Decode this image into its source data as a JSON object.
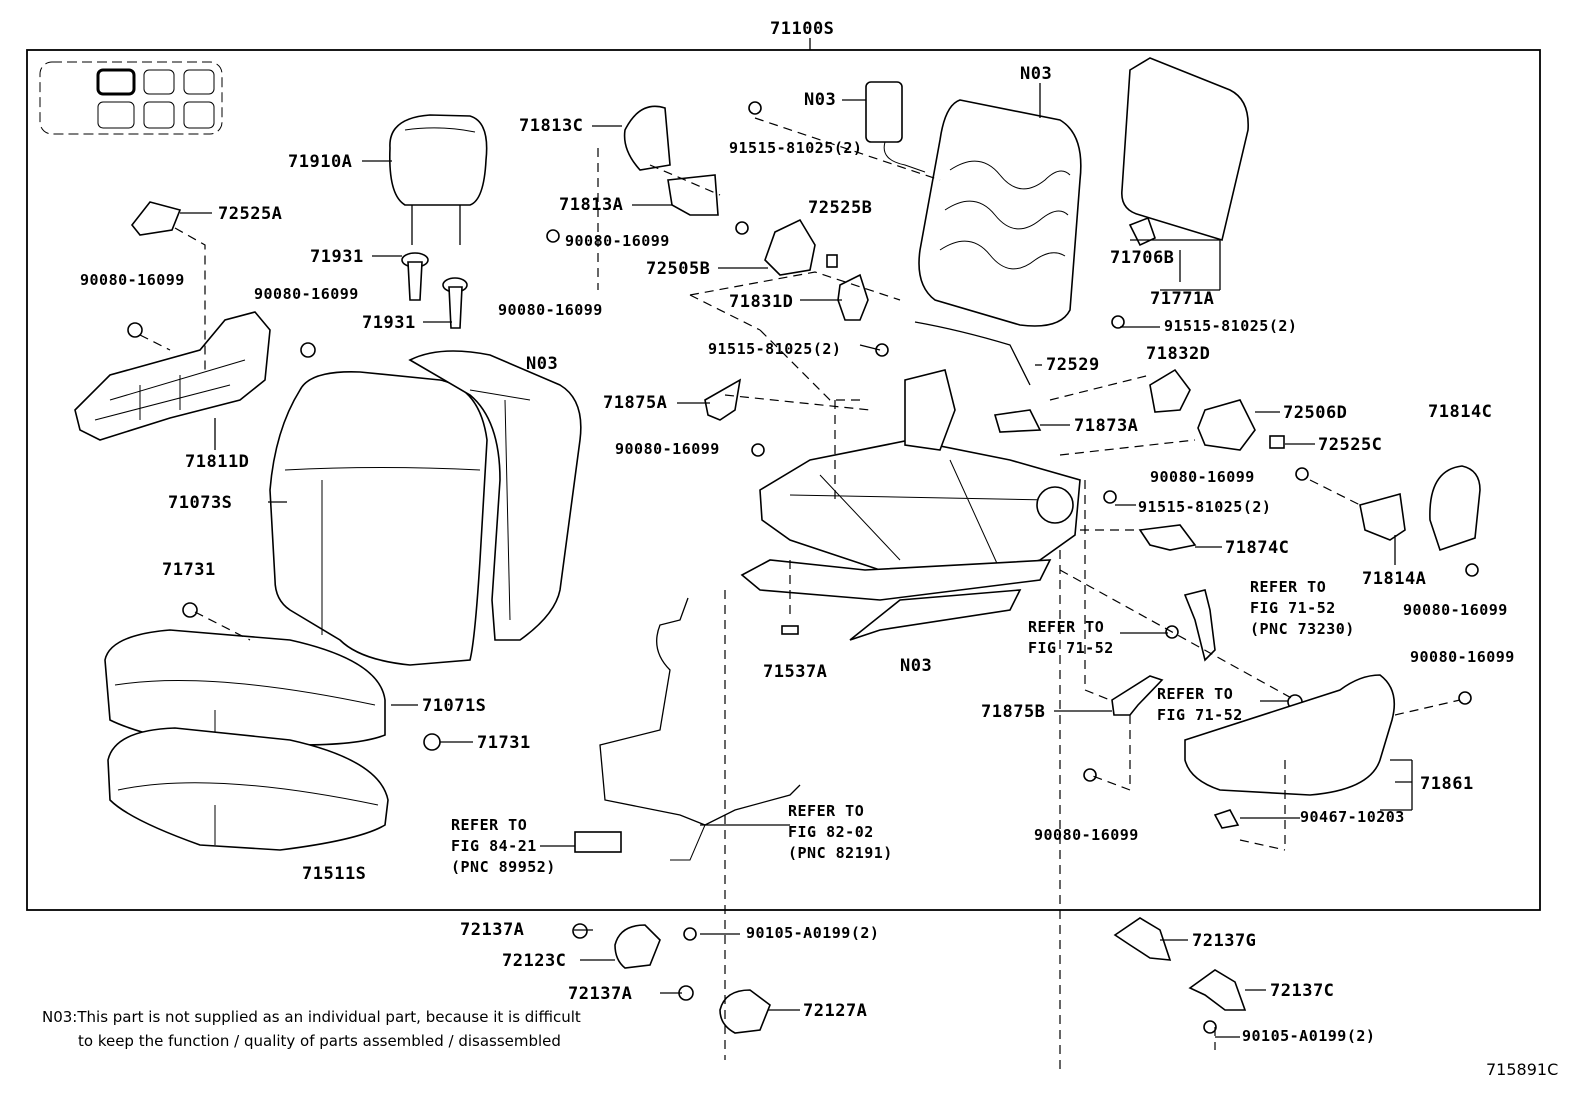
{
  "assembly_label": "71100S",
  "figure_code": "715891C",
  "note": {
    "line1": "N03:This part is not supplied as an individual part, because it is difficult",
    "line2": "to keep the function / quality of parts assembled / disassembled"
  },
  "labels": {
    "n03_top": "N03",
    "n03_airbag": "N03",
    "n03_cover": "N03",
    "n03_track": "N03",
    "p71910A": "71910A",
    "p72525A": "72525A",
    "p71931a": "71931",
    "p71931b": "71931",
    "bolt_left1": "90080-16099",
    "bolt_left2": "90080-16099",
    "p71811D": "71811D",
    "p71073S": "71073S",
    "p71731a": "71731",
    "p71731b": "71731",
    "p71071S": "71071S",
    "p71511S": "71511S",
    "p71813C": "71813C",
    "p71813A": "71813A",
    "bolt_a": "90080-16099",
    "bolt_b": "90080-16099",
    "p72525B": "72525B",
    "p72505B": "72505B",
    "p71831D": "71831D",
    "screw_91515_top": "91515-81025(2)",
    "screw_91515_mid": "91515-81025(2)",
    "screw_91515_right": "91515-81025(2)",
    "screw_91515_lower": "91515-81025(2)",
    "p72529": "72529",
    "p71706B": "71706B",
    "p71771A": "71771A",
    "p71832D": "71832D",
    "p72506D": "72506D",
    "p72525C": "72525C",
    "p71875A": "71875A",
    "bolt_c": "90080-16099",
    "p71873A": "71873A",
    "p71814C": "71814C",
    "bolt_d": "90080-16099",
    "p71874C": "71874C",
    "p71814A": "71814A",
    "bolt_e": "90080-16099",
    "p71537A": "71537A",
    "bolt_f": "90080-16099",
    "p71875B": "71875B",
    "bolt_g": "90080-16099",
    "p71861": "71861",
    "p90467": "90467-10203",
    "p72137A_1": "72137A",
    "p72123C": "72123C",
    "p90105_1": "90105-A0199(2)",
    "p72137A_2": "72137A",
    "p72127A": "72127A",
    "p72137G": "72137G",
    "p72137C": "72137C",
    "p90105_2": "90105-A0199(2)"
  },
  "refers": {
    "r84": {
      "l1": "REFER TO",
      "l2": "FIG 84-21",
      "l3": "(PNC 89952)"
    },
    "r82": {
      "l1": "REFER TO",
      "l2": "FIG 82-02",
      "l3": "(PNC 82191)"
    },
    "r7152a": {
      "l1": "REFER TO",
      "l2": "FIG 71-52"
    },
    "r7152b": {
      "l1": "REFER TO",
      "l2": "FIG 71-52",
      "l3": "(PNC 73230)"
    },
    "r7152c": {
      "l1": "REFER TO",
      "l2": "FIG 71-52"
    }
  }
}
